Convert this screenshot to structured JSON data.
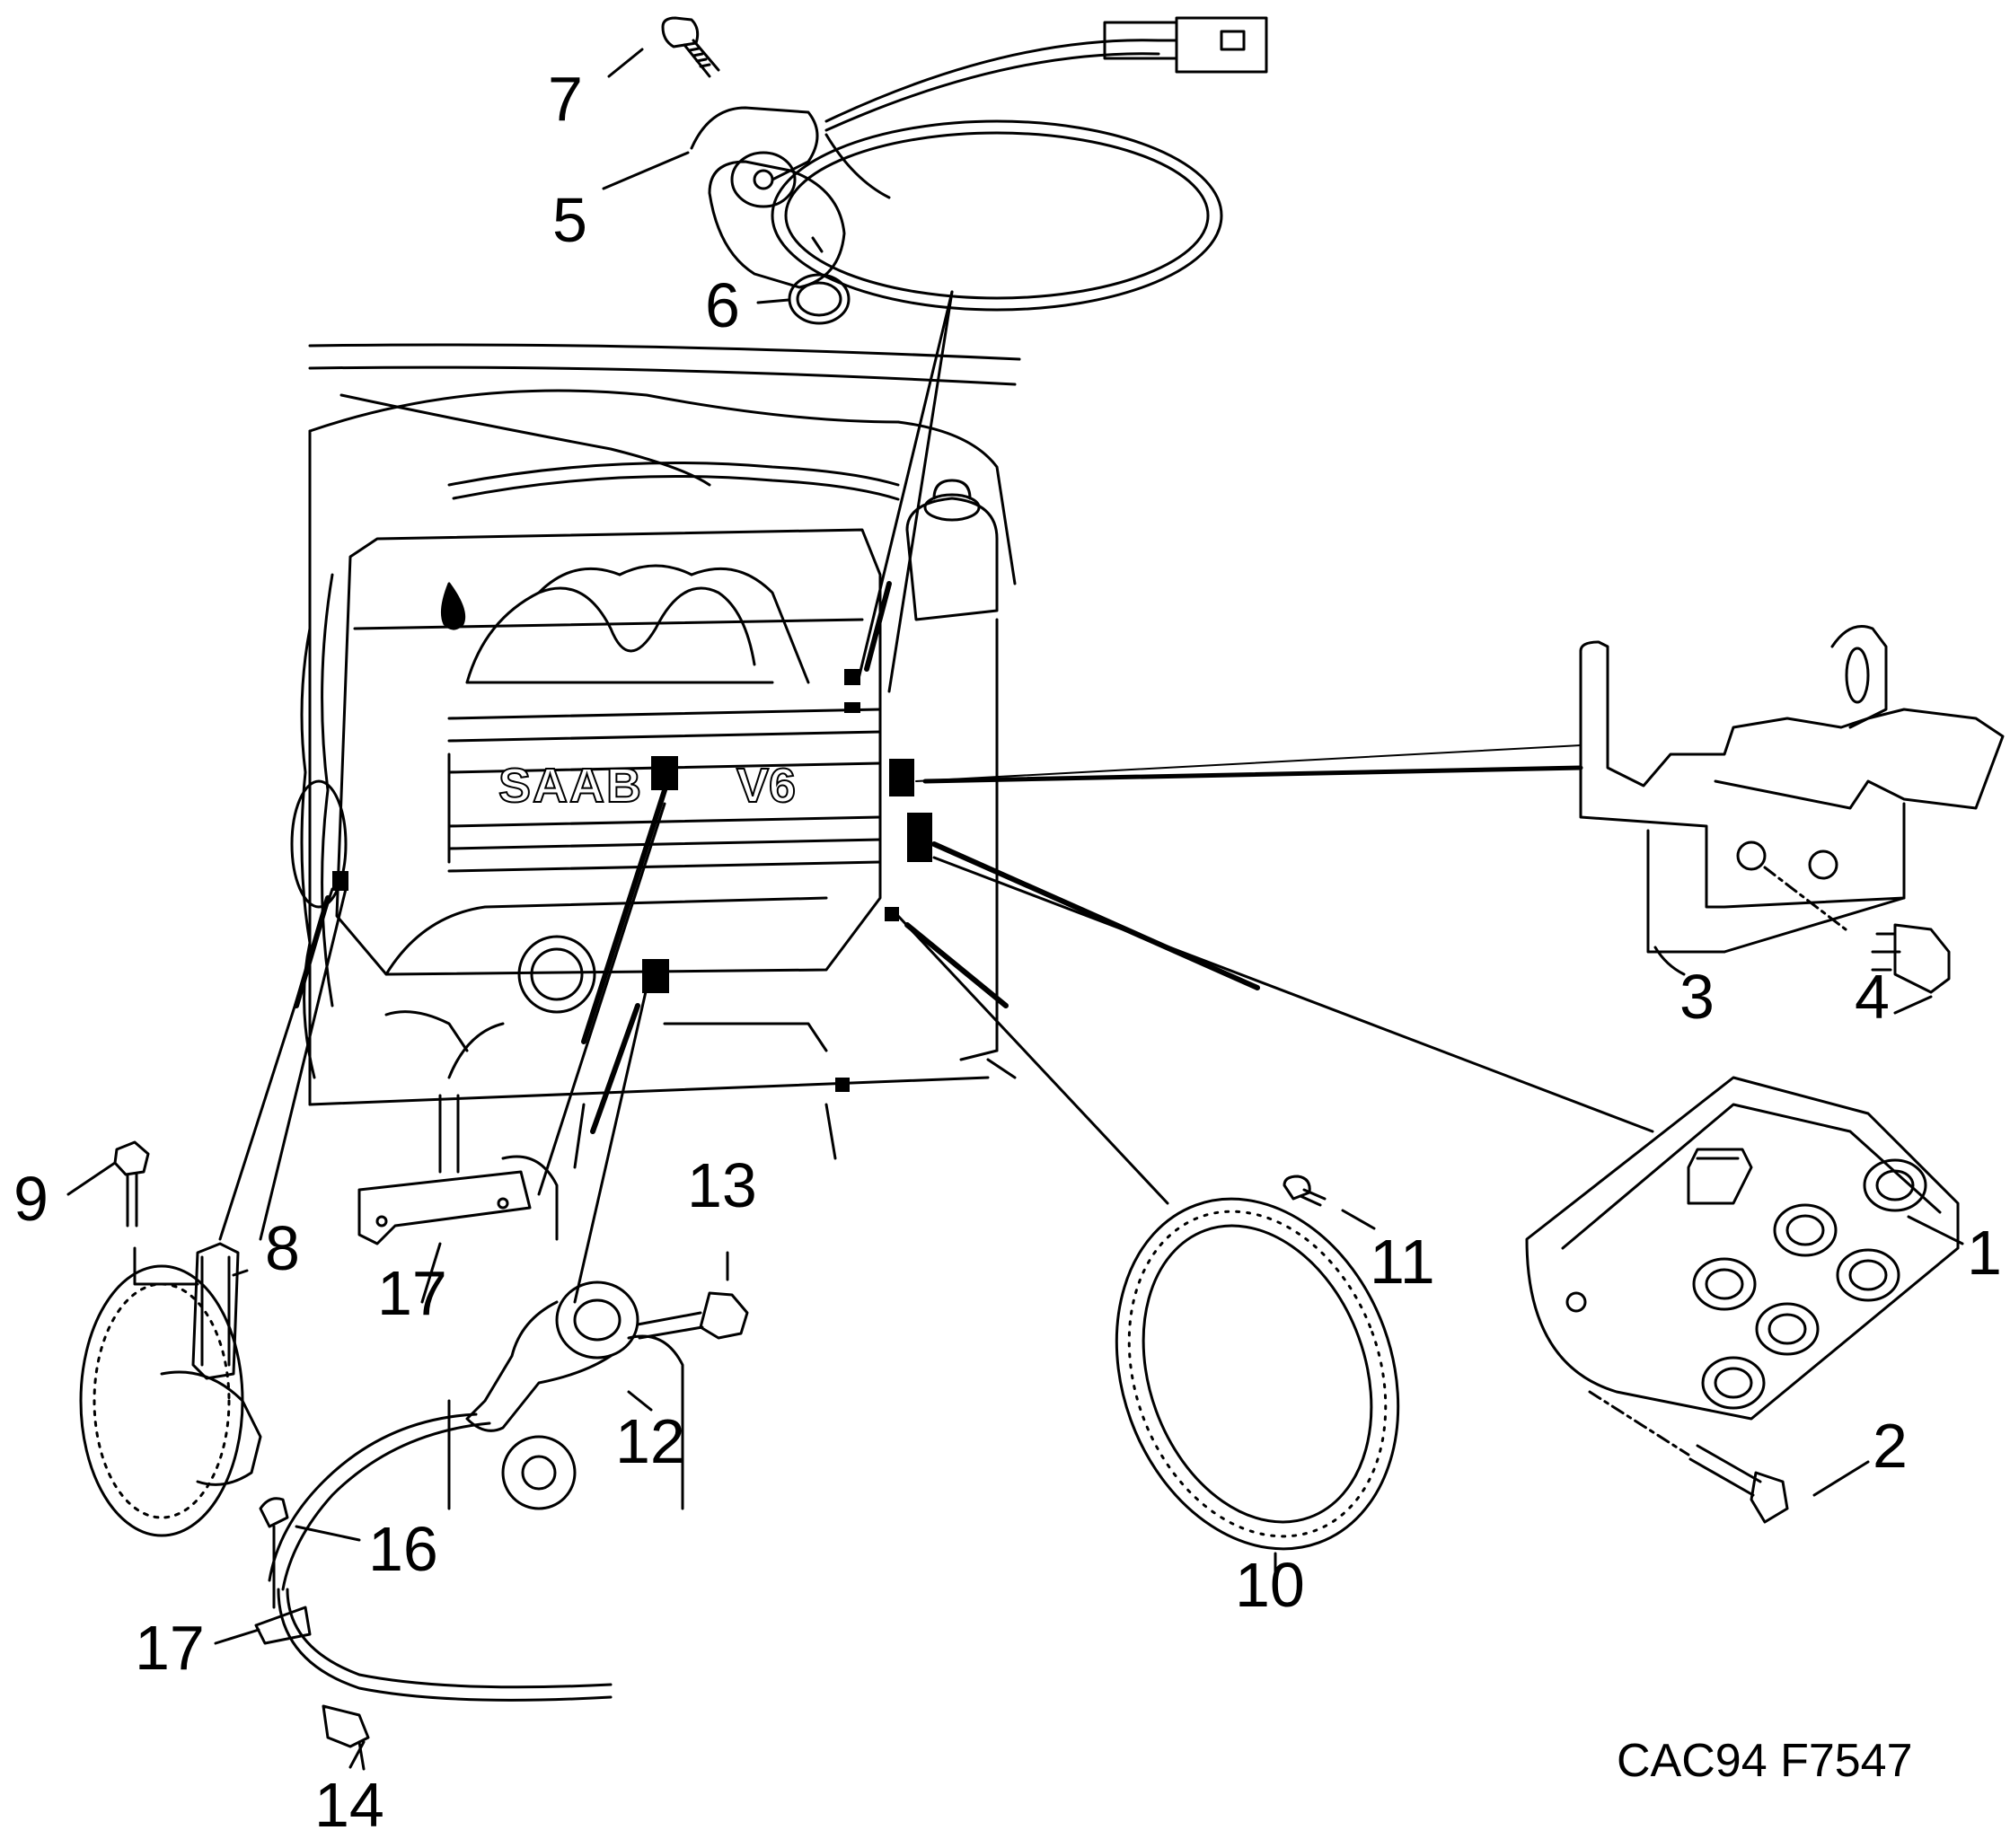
{
  "diagram": {
    "engine_badge_left": "SAAB",
    "engine_badge_right": "V6",
    "drawing_code": "CAC94 F7547",
    "callouts": {
      "c1": "1",
      "c2": "2",
      "c3": "3",
      "c4": "4",
      "c5": "5",
      "c6": "6",
      "c7": "7",
      "c8": "8",
      "c9": "9",
      "c10": "10",
      "c11": "11",
      "c12": "12",
      "c13": "13",
      "c14": "14",
      "c16": "16",
      "c17a": "17",
      "c17b": "17"
    }
  }
}
